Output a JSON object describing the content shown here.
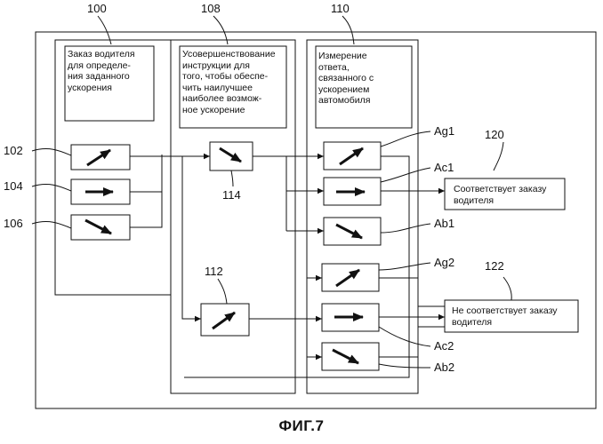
{
  "labels": {
    "n100": "100",
    "n108": "108",
    "n110": "110",
    "n102": "102",
    "n104": "104",
    "n106": "106",
    "n114": "114",
    "n112": "112",
    "n120": "120",
    "n122": "122",
    "ag1": "Ag1",
    "ac1": "Ac1",
    "ab1": "Ab1",
    "ag2": "Ag2",
    "ac2": "Ac2",
    "ab2": "Ab2"
  },
  "boxes": {
    "driver_request": "Заказ водителя\nдля определе-\nния заданного\nускорения",
    "improve_instruction": "Усовершенствование\nинструкции для\nтого, чтобы обеспе-\nчить наилучшее\nнаиболее возмож-\nное ускорение",
    "measure_response": "Измерение\nответа,\nсвязанного с\nускорением\nавтомобиля",
    "matches": "Соответствует заказу\nводителя",
    "not_matches": "Не соответствует заказу\nводителя"
  },
  "caption": "ФИГ.7"
}
